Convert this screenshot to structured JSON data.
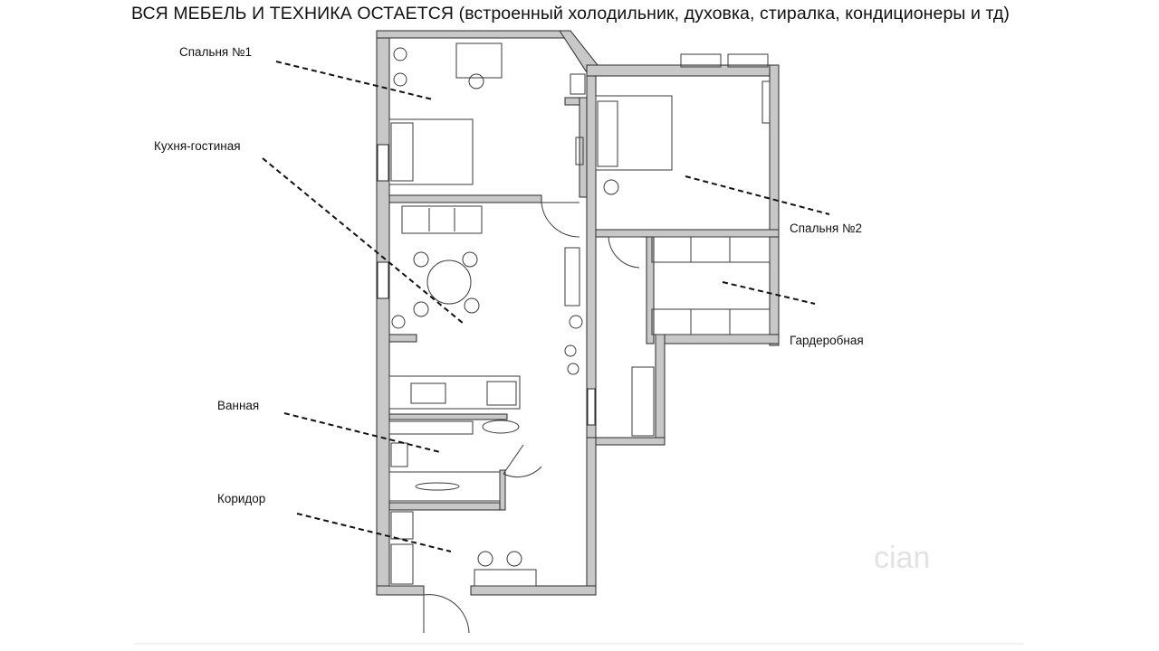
{
  "header": {
    "title": "ВСЯ МЕБЕЛЬ И ТЕХНИКА ОСТАЕТСЯ (встроенный холодильник, духовка, стиралка, кондиционеры и тд)"
  },
  "rooms": {
    "bedroom1": "Спальня №1",
    "kitchen_living": "Кухня-гостиная",
    "bedroom2": "Спальня №2",
    "wardrobe": "Гардеробная",
    "bathroom": "Ванная",
    "corridor": "Коридор"
  },
  "watermark": "cian",
  "colors": {
    "wall_fill": "#c8c8c8",
    "wall_stroke": "#2a2a2a",
    "furniture": "#3a3a3a",
    "leader_line": "#111111"
  }
}
